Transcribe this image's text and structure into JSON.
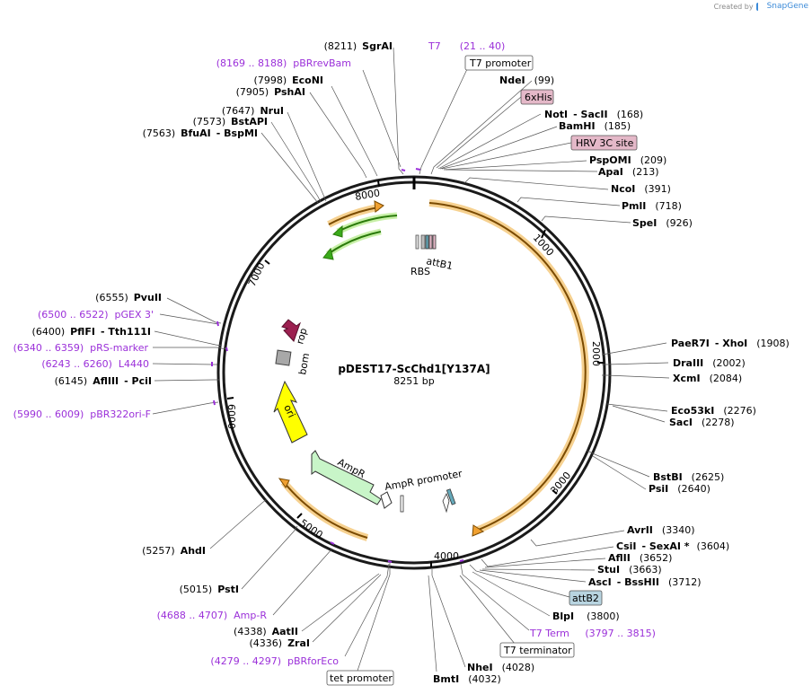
{
  "logo": {
    "prefix": "Created by",
    "brand": "SnapGene"
  },
  "map": {
    "name": "pDEST17-ScChd1[Y137A]",
    "length": "8251 bp",
    "ticks": [
      "1000",
      "2000",
      "3000",
      "4000",
      "5000",
      "6000",
      "7000",
      "8000"
    ]
  },
  "sites": [
    {
      "pos": "(8211)",
      "name": "SgrAI",
      "suffix": ""
    },
    {
      "pos": "(7998)",
      "name": "EcoNI",
      "suffix": ""
    },
    {
      "pos": "(7905)",
      "name": "PshAI",
      "suffix": ""
    },
    {
      "pos": "(7647)",
      "name": "NruI",
      "suffix": ""
    },
    {
      "pos": "(7573)",
      "name": "BstAPI",
      "suffix": ""
    },
    {
      "pos": "(7563)",
      "name": "BfuAI",
      "suffix": "- BspMI"
    },
    {
      "pos": "(99)",
      "name": "NdeI",
      "suffix": ""
    },
    {
      "pos": "(168)",
      "name": "NotI",
      "suffix": "- SacII"
    },
    {
      "pos": "(185)",
      "name": "BamHI",
      "suffix": ""
    },
    {
      "pos": "(209)",
      "name": "PspOMI",
      "suffix": ""
    },
    {
      "pos": "(213)",
      "name": "ApaI",
      "suffix": ""
    },
    {
      "pos": "(391)",
      "name": "NcoI",
      "suffix": ""
    },
    {
      "pos": "(718)",
      "name": "PmlI",
      "suffix": ""
    },
    {
      "pos": "(926)",
      "name": "SpeI",
      "suffix": ""
    },
    {
      "pos": "(1908)",
      "name": "PaeR7I",
      "suffix": "- XhoI"
    },
    {
      "pos": "(2002)",
      "name": "DraIII",
      "suffix": ""
    },
    {
      "pos": "(2084)",
      "name": "XcmI",
      "suffix": ""
    },
    {
      "pos": "(2276)",
      "name": "Eco53kI",
      "suffix": ""
    },
    {
      "pos": "(2278)",
      "name": "SacI",
      "suffix": ""
    },
    {
      "pos": "(2625)",
      "name": "BstBI",
      "suffix": ""
    },
    {
      "pos": "(2640)",
      "name": "PsiI",
      "suffix": ""
    },
    {
      "pos": "(3340)",
      "name": "AvrII",
      "suffix": ""
    },
    {
      "pos": "(3604)",
      "name": "CsiI",
      "suffix": "- SexAI *"
    },
    {
      "pos": "(3652)",
      "name": "AflII",
      "suffix": ""
    },
    {
      "pos": "(3663)",
      "name": "StuI",
      "suffix": ""
    },
    {
      "pos": "(3712)",
      "name": "AscI",
      "suffix": "- BssHII"
    },
    {
      "pos": "(3800)",
      "name": "BlpI",
      "suffix": ""
    },
    {
      "pos": "(4028)",
      "name": "NheI",
      "suffix": ""
    },
    {
      "pos": "(4032)",
      "name": "BmtI",
      "suffix": ""
    },
    {
      "pos": "(4338)",
      "name": "AatII",
      "suffix": ""
    },
    {
      "pos": "(4336)",
      "name": "ZraI",
      "suffix": ""
    },
    {
      "pos": "(5015)",
      "name": "PstI",
      "suffix": ""
    },
    {
      "pos": "(5257)",
      "name": "AhdI",
      "suffix": ""
    },
    {
      "pos": "(6555)",
      "name": "PvuII",
      "suffix": ""
    },
    {
      "pos": "(6400)",
      "name": "PflFI",
      "suffix": "- Tth111I"
    },
    {
      "pos": "(6145)",
      "name": "AflIII",
      "suffix": "- PciI"
    }
  ],
  "primers": [
    {
      "text": "(8169 .. 8188)  pBRrevBam"
    },
    {
      "text": "T7      (21 .. 40)"
    },
    {
      "text": "T7 Term     (3797 .. 3815)"
    },
    {
      "text": "(4688 .. 4707)  Amp-R"
    },
    {
      "text": "(4279 .. 4297)  pBRforEco"
    },
    {
      "text": "(6500 .. 6522)  pGEX 3'"
    },
    {
      "text": "(6340 .. 6359)  pRS-marker"
    },
    {
      "text": "(6243 .. 6260)  L4440"
    },
    {
      "text": "(5990 .. 6009)  pBR322ori-F"
    }
  ],
  "boxes": [
    {
      "text": "T7 promoter",
      "fill": "#ffffff"
    },
    {
      "text": "6xHis",
      "fill": "#e4b8c8"
    },
    {
      "text": "HRV 3C site",
      "fill": "#e4b8c8"
    },
    {
      "text": "attB2",
      "fill": "#b8d4e0"
    },
    {
      "text": "T7 terminator",
      "fill": "#ffffff"
    },
    {
      "text": "tet promoter",
      "fill": "#ffffff"
    }
  ],
  "features": {
    "rbs": "RBS",
    "attb1": "attB1",
    "rop": "rop",
    "bom": "bom",
    "ori": "ori",
    "ampr": "AmpR",
    "ampr_promoter": "AmpR promoter"
  },
  "colors": {
    "insert": "#f0a030",
    "green": "#3aaa1a",
    "ori": "#ffff00",
    "ampr": "#c8f5c8",
    "rop": "#9c2050",
    "bom": "#a8a8a8",
    "primer": "#9b30d9"
  }
}
